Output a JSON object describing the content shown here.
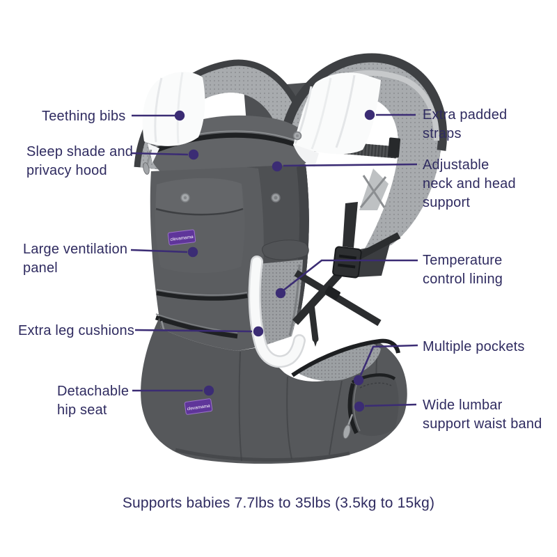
{
  "diagram": {
    "caption": "Supports babies 7.7lbs to 35lbs (3.5kg to 15kg)",
    "brand": "clevamama",
    "colors": {
      "label_text": "#2f2b60",
      "leader_line": "#3b2c74",
      "brand_purple": "#5f359a",
      "carrier_body_gray": "#5b5d60",
      "strap_mesh_gray": "#a8abae",
      "bib_white": "#fafbfb"
    },
    "labels_left": [
      {
        "name": "teething-bibs",
        "lines": [
          "Teething bibs"
        ]
      },
      {
        "name": "sleep-shade",
        "lines": [
          "Sleep shade and",
          "privacy hood"
        ]
      },
      {
        "name": "ventilation-panel",
        "lines": [
          "Large ventilation",
          "panel"
        ]
      },
      {
        "name": "extra-leg-cushions",
        "lines": [
          "Extra leg cushions"
        ]
      },
      {
        "name": "detachable-hip-seat",
        "lines": [
          "Detachable",
          "hip seat"
        ]
      }
    ],
    "labels_right": [
      {
        "name": "extra-padded-straps",
        "lines": [
          "Extra padded",
          "straps"
        ]
      },
      {
        "name": "neck-head-support",
        "lines": [
          "Adjustable",
          "neck and head",
          "support"
        ]
      },
      {
        "name": "temperature-lining",
        "lines": [
          "Temperature",
          "control lining"
        ]
      },
      {
        "name": "multiple-pockets",
        "lines": [
          "Multiple pockets"
        ]
      },
      {
        "name": "lumbar-waist-band",
        "lines": [
          "Wide lumbar",
          "support waist band"
        ]
      }
    ]
  }
}
